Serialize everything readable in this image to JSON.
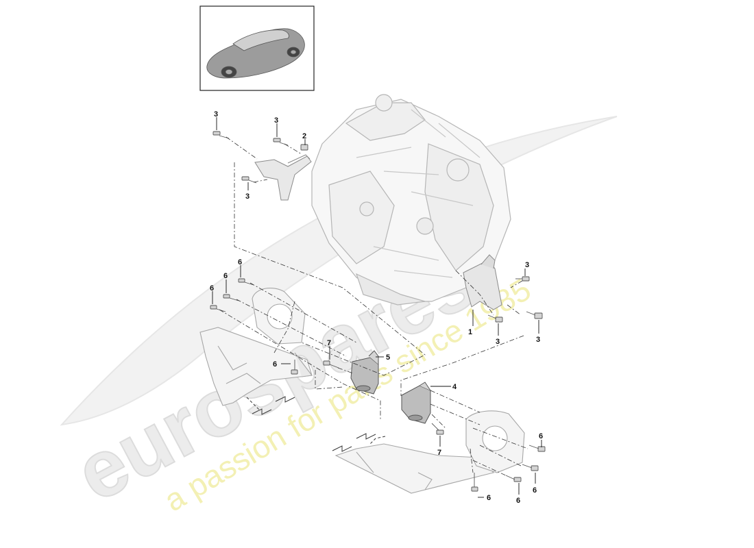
{
  "watermark": {
    "brand": "eurospares",
    "slogan": "a passion for parts since 1985"
  },
  "thumbnail": {
    "subject": "car-thumbnail"
  },
  "callouts": [
    {
      "id": "c3a",
      "label": "3"
    },
    {
      "id": "c3b",
      "label": "3"
    },
    {
      "id": "c2",
      "label": "2"
    },
    {
      "id": "c3c",
      "label": "3"
    },
    {
      "id": "c6a",
      "label": "6"
    },
    {
      "id": "c6b",
      "label": "6"
    },
    {
      "id": "c6c",
      "label": "6"
    },
    {
      "id": "c3d",
      "label": "3"
    },
    {
      "id": "c1",
      "label": "1"
    },
    {
      "id": "c3e",
      "label": "3"
    },
    {
      "id": "c3f",
      "label": "3"
    },
    {
      "id": "c7a",
      "label": "7"
    },
    {
      "id": "c5",
      "label": "5"
    },
    {
      "id": "c6d",
      "label": "6"
    },
    {
      "id": "c4",
      "label": "4"
    },
    {
      "id": "c7b",
      "label": "7"
    },
    {
      "id": "c6e",
      "label": "6"
    },
    {
      "id": "c6f",
      "label": "6"
    },
    {
      "id": "c6g",
      "label": "6"
    },
    {
      "id": "c6h",
      "label": "6"
    }
  ]
}
